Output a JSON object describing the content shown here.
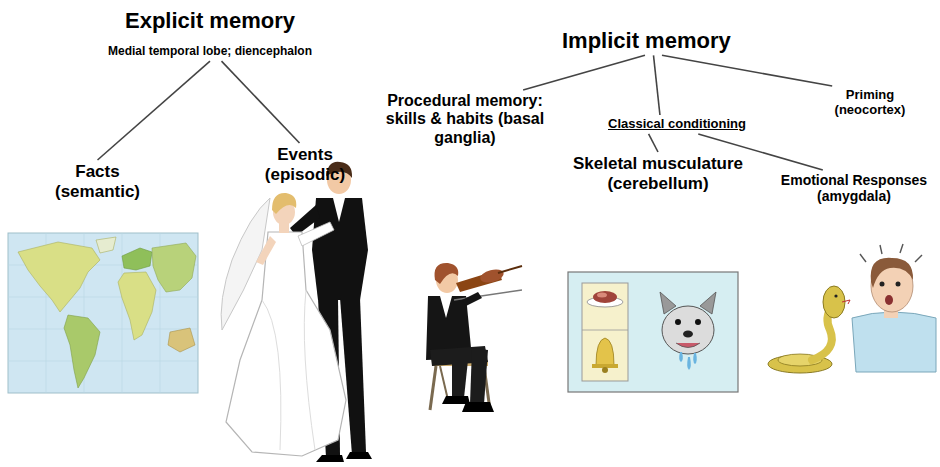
{
  "diagram": {
    "nodes": [
      {
        "text": [
          "Explicit memory",
          "Medial temporal lobe; diencephalon"
        ]
      },
      {
        "text": [
          "Facts (semantic)"
        ]
      },
      {
        "text": [
          "Events (episodic)"
        ]
      },
      {
        "text": [
          "Implicit memory"
        ]
      },
      {
        "text": [
          "Procedural memory: skills & habits (basal ganglia)"
        ]
      },
      {
        "text": [
          "Classical conditioning"
        ]
      },
      {
        "text": [
          "Skeletal musculature (cerebellum)"
        ]
      },
      {
        "text": [
          "Emotional Responses (amygdala)"
        ]
      },
      {
        "text": [
          "Priming (neocortex)"
        ]
      }
    ],
    "edges": [
      {
        "from": 0,
        "to": 1,
        "arrow": "none"
      },
      {
        "from": 0,
        "to": 2,
        "arrow": "none"
      },
      {
        "from": 3,
        "to": 4,
        "arrow": "none"
      },
      {
        "from": 3,
        "to": 5,
        "arrow": "none"
      },
      {
        "from": 3,
        "to": 8,
        "arrow": "none"
      },
      {
        "from": 5,
        "to": 6,
        "arrow": "none"
      },
      {
        "from": 5,
        "to": 7,
        "arrow": "none"
      }
    ]
  }
}
